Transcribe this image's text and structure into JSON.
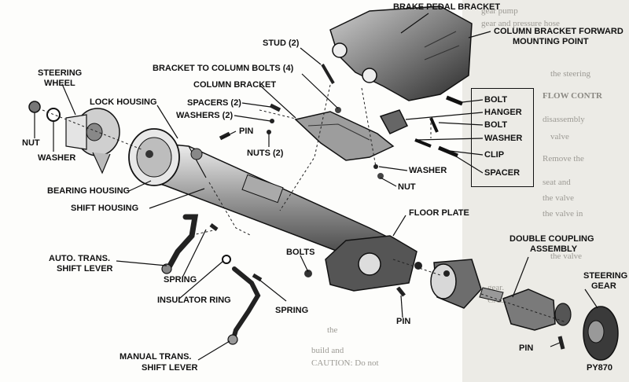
{
  "diagram": {
    "code": "PY870",
    "labels": {
      "brake_pedal_bracket": "BRAKE PEDAL BRACKET",
      "column_bracket_forward_1": "COLUMN BRACKET FORWARD",
      "column_bracket_forward_2": "MOUNTING POINT",
      "stud": "STUD (2)",
      "bracket_to_column_bolts": "BRACKET TO COLUMN BOLTS (4)",
      "column_bracket": "COLUMN BRACKET",
      "spacers": "SPACERS (2)",
      "washers": "WASHERS (2)",
      "pin_top": "PIN",
      "nuts": "NUTS (2)",
      "steering_wheel_1": "STEERING",
      "steering_wheel_2": "WHEEL",
      "lock_housing": "LOCK HOUSING",
      "nut_left": "NUT",
      "washer_left": "WASHER",
      "bolt_1": "BOLT",
      "hanger": "HANGER",
      "bolt_2": "BOLT",
      "washer_box": "WASHER",
      "clip": "CLIP",
      "spacer": "SPACER",
      "washer_mid": "WASHER",
      "nut_mid": "NUT",
      "bearing_housing": "BEARING HOUSING",
      "shift_housing": "SHIFT HOUSING",
      "floor_plate": "FLOOR PLATE",
      "double_coupling_1": "DOUBLE COUPLING",
      "double_coupling_2": "ASSEMBLY",
      "steering_gear_1": "STEERING",
      "steering_gear_2": "GEAR",
      "auto_trans_1": "AUTO. TRANS.",
      "auto_trans_2": "SHIFT LEVER",
      "bolts": "BOLTS",
      "spring_left": "SPRING",
      "insulator_ring": "INSULATOR RING",
      "spring_right": "SPRING",
      "pin_floor": "PIN",
      "pin_right": "PIN",
      "manual_trans_1": "MANUAL TRANS.",
      "manual_trans_2": "SHIFT LEVER"
    },
    "background_text": [
      "gear pump",
      "gear and pressure hose",
      "the steering",
      "FLOW CONTR",
      "disassembly",
      "valve",
      "Remove the",
      "seat and",
      "the valve",
      "the valve in",
      "the valve",
      "gear.",
      "CAUTION",
      "pump",
      "the",
      "build and",
      "CAUTION: Do not"
    ]
  }
}
